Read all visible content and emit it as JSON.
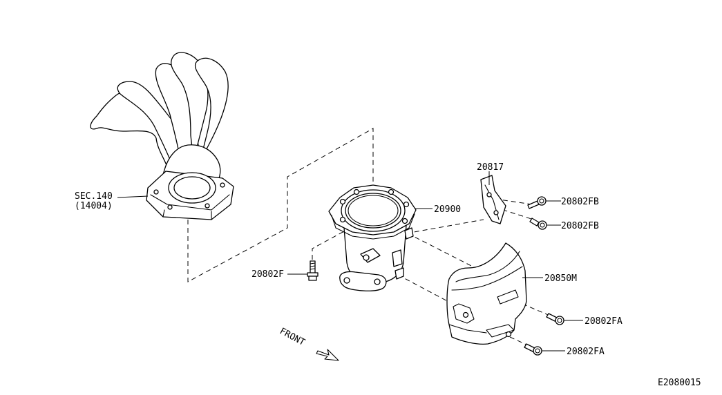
{
  "parts": {
    "manifold": {
      "label_line1": "SEC.140",
      "label_line2": "(14004)"
    },
    "catalyst": {
      "label": "20900"
    },
    "bracket": {
      "label": "20817"
    },
    "bolt_fb_upper": {
      "label": "20802FB"
    },
    "bolt_fb_lower": {
      "label": "20802FB"
    },
    "heat_shield": {
      "label": "20850M"
    },
    "bolt_f": {
      "label": "20802F"
    },
    "bolt_fa_upper": {
      "label": "20802FA"
    },
    "bolt_fa_lower": {
      "label": "20802FA"
    }
  },
  "front_indicator": {
    "label": "FRONT"
  },
  "diagram_code": "E2080015"
}
